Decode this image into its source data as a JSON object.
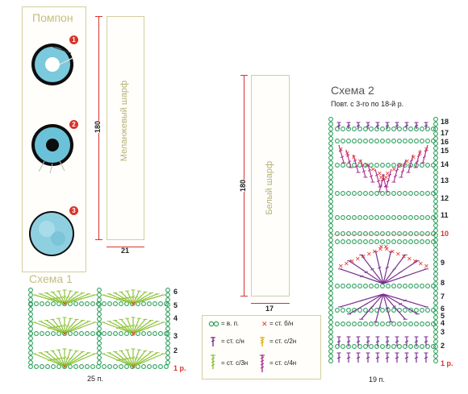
{
  "pompon": {
    "title": "Помпон",
    "steps": [
      "1",
      "2",
      "3"
    ]
  },
  "scarf_melange": {
    "label": "Меланжевый шарф",
    "height": "180",
    "width": "21"
  },
  "scarf_white": {
    "label": "Белый шарф",
    "height": "180",
    "width": "17"
  },
  "schema1": {
    "title": "Схема 1",
    "rows": [
      "6",
      "5",
      "4",
      "3",
      "2",
      "1 р."
    ],
    "stitch_count": "25 п."
  },
  "schema2": {
    "title": "Схема 2",
    "subtitle": "Повт. с 3-го по 18-й р.",
    "rows": [
      "18",
      "17",
      "16",
      "15",
      "14",
      "13",
      "12",
      "11",
      "10",
      "9",
      "8",
      "7",
      "6",
      "5",
      "4",
      "3",
      "2",
      "1 р."
    ],
    "stitch_count": "19 п."
  },
  "legend": {
    "items": [
      {
        "text": "= в. п.",
        "icon": "chain-icon"
      },
      {
        "text": "= ст. б/н",
        "icon": "single-crochet-icon"
      },
      {
        "text": "= ст. с/н",
        "icon": "double-crochet-icon"
      },
      {
        "text": "= ст. с/2н",
        "icon": "treble-crochet-icon"
      },
      {
        "text": "= ст. с/3н",
        "icon": "double-treble-icon"
      },
      {
        "text": "= ст. с/4н",
        "icon": "triple-treble-icon"
      }
    ]
  },
  "colors": {
    "panel_border": "#d3cf9f",
    "chain": "#2aa05a",
    "single": "#e8332a",
    "dc": "#7a2f8f",
    "tr": "#e1b100",
    "dtr": "#8fc33a",
    "trtr": "#b0308f",
    "red_label": "#d8342a"
  }
}
